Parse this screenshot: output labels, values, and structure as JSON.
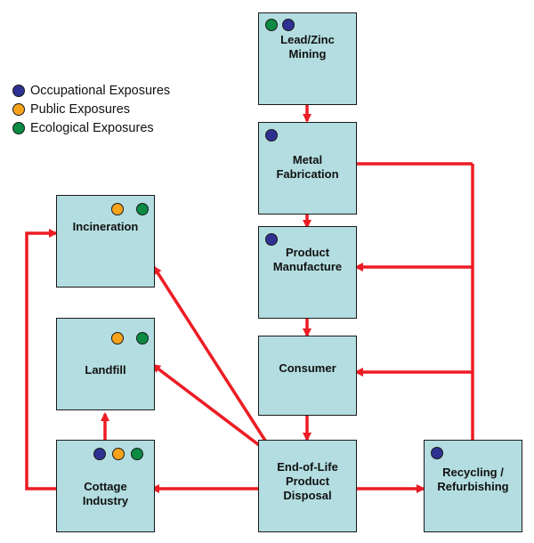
{
  "colors": {
    "occupational": "#2e3192",
    "public": "#f7a21b",
    "ecological": "#0a8a43",
    "box_fill": "#b3dde0",
    "arrow": "#ed1c24"
  },
  "legend": [
    {
      "label": "Occupational Exposures",
      "color": "#2e3192"
    },
    {
      "label": "Public Exposures",
      "color": "#f7a21b"
    },
    {
      "label": "Ecological Exposures",
      "color": "#0a8a43"
    }
  ],
  "nodes": {
    "mining": {
      "line1": "Lead/Zinc",
      "line2": "Mining",
      "exposures": [
        "ecological",
        "occupational"
      ]
    },
    "metal": {
      "line1": "Metal",
      "line2": "Fabrication",
      "exposures": [
        "occupational"
      ]
    },
    "product": {
      "line1": "Product",
      "line2": "Manufacture",
      "exposures": [
        "occupational"
      ]
    },
    "consumer": {
      "line1": "Consumer",
      "exposures": []
    },
    "eol": {
      "line1": "End-of-Life",
      "line2": "Product",
      "line3": "Disposal",
      "exposures": []
    },
    "recycling": {
      "line1": "Recycling /",
      "line2": "Refurbishing",
      "exposures": [
        "occupational"
      ]
    },
    "incineration": {
      "line1": "Incineration",
      "exposures": [
        "public",
        "ecological"
      ]
    },
    "landfill": {
      "line1": "Landfill",
      "exposures": [
        "public",
        "ecological"
      ]
    },
    "cottage": {
      "line1": "Cottage",
      "line2": "Industry",
      "exposures": [
        "occupational",
        "public",
        "ecological"
      ]
    }
  }
}
